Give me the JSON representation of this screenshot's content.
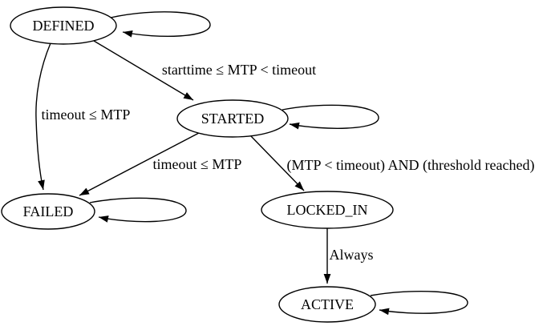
{
  "graph": {
    "type": "state-machine-diagram",
    "colors": {
      "background": "#ffffff",
      "node_fill": "#ffffff",
      "stroke": "#000000",
      "text": "#000000"
    },
    "nodes": [
      {
        "id": "DEFINED",
        "label": "DEFINED"
      },
      {
        "id": "STARTED",
        "label": "STARTED"
      },
      {
        "id": "FAILED",
        "label": "FAILED"
      },
      {
        "id": "LOCKED_IN",
        "label": "LOCKED_IN"
      },
      {
        "id": "ACTIVE",
        "label": "ACTIVE"
      }
    ],
    "edges": [
      {
        "from": "DEFINED",
        "to": "STARTED",
        "label": "starttime ≤ MTP < timeout"
      },
      {
        "from": "DEFINED",
        "to": "FAILED",
        "label": "timeout ≤ MTP"
      },
      {
        "from": "STARTED",
        "to": "FAILED",
        "label": "timeout ≤ MTP"
      },
      {
        "from": "STARTED",
        "to": "LOCKED_IN",
        "label": "(MTP < timeout) AND (threshold reached)"
      },
      {
        "from": "LOCKED_IN",
        "to": "ACTIVE",
        "label": "Always"
      },
      {
        "from": "DEFINED",
        "to": "DEFINED",
        "label": ""
      },
      {
        "from": "STARTED",
        "to": "STARTED",
        "label": ""
      },
      {
        "from": "FAILED",
        "to": "FAILED",
        "label": ""
      },
      {
        "from": "ACTIVE",
        "to": "ACTIVE",
        "label": ""
      }
    ]
  }
}
